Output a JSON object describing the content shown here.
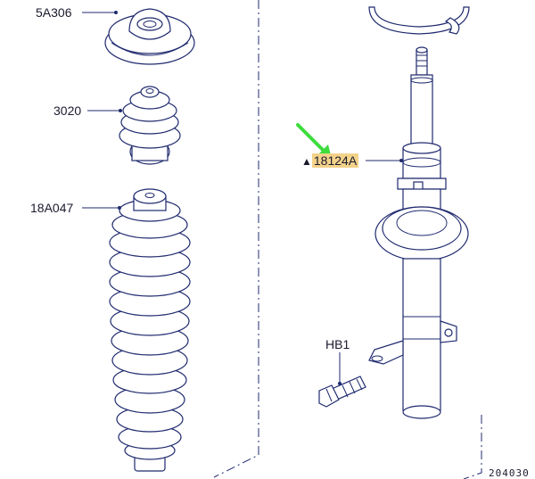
{
  "parts": {
    "top_mount": "5A306",
    "bump_stop": "3020",
    "dust_boot": "18A047",
    "strut": "18124A",
    "bolt": "HB1"
  },
  "strut_marker": "▲",
  "reference": "204030",
  "colors": {
    "line": "#1f2a6e",
    "highlight": "#f3d28a",
    "arrow": "#3ddc3d"
  }
}
